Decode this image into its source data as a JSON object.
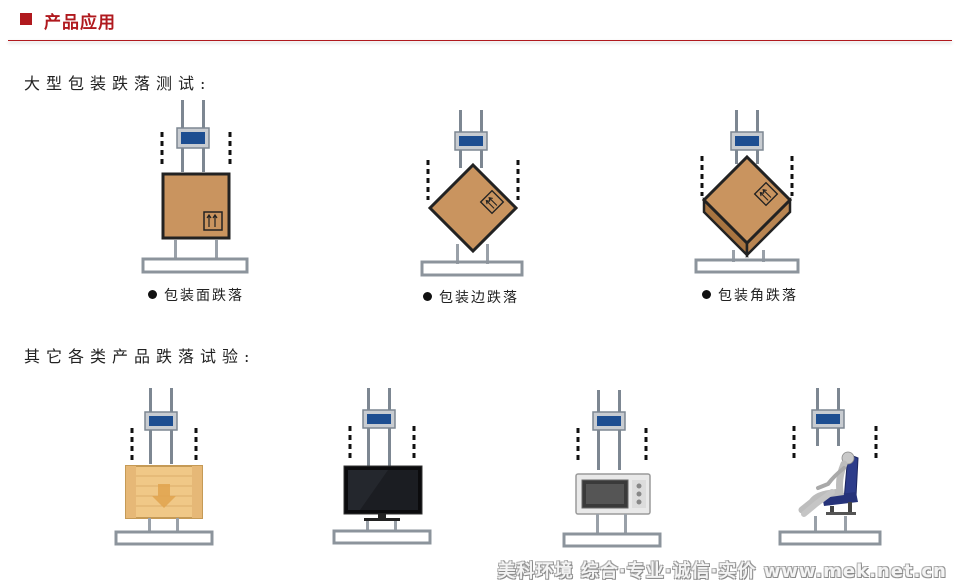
{
  "header": {
    "title": "产品应用"
  },
  "section1": {
    "title": "大型包装跌落测试:",
    "items": [
      {
        "caption": "包装面跌落",
        "icon": "flat-box-drop-icon"
      },
      {
        "caption": "包装边跌落",
        "icon": "edge-box-drop-icon"
      },
      {
        "caption": "包装角跌落",
        "icon": "corner-box-drop-icon"
      }
    ]
  },
  "section2": {
    "title": "其它各类产品跌落试验:",
    "items": [
      {
        "icon": "wooden-crate-drop-icon"
      },
      {
        "icon": "television-drop-icon"
      },
      {
        "icon": "microwave-drop-icon"
      },
      {
        "icon": "car-seat-drop-icon"
      }
    ]
  },
  "watermark": "美科环境 综合·专业·诚信·实价 www.mek.net.cn",
  "colors": {
    "accent": "#b0191e",
    "clamp": "#1d4e91",
    "box": "#c9945f"
  }
}
